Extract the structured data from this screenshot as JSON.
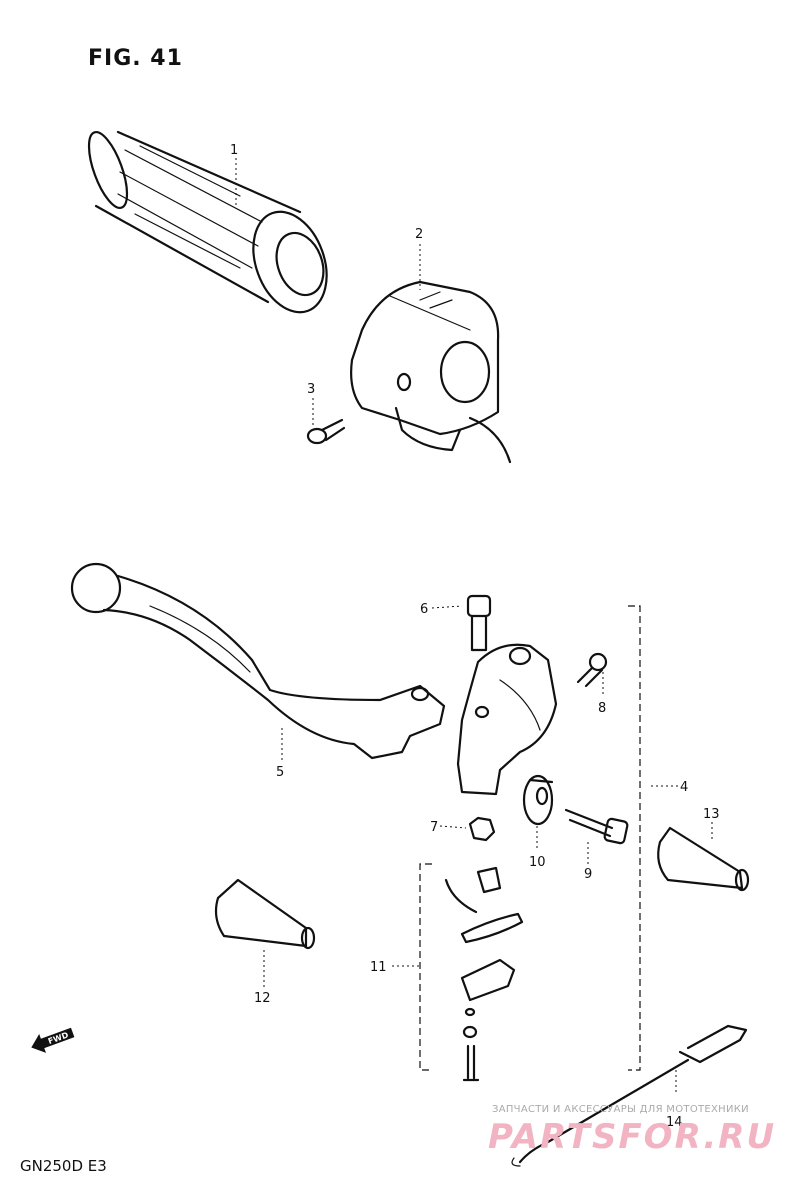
{
  "figure": {
    "title": "FIG. 41",
    "model": "GN250D E3"
  },
  "watermark": {
    "tagline": "ЗАПЧАСТИ И АКСЕССУАРЫ ДЛЯ МОТОТЕХНИКИ",
    "logo": "PARTSFOR.RU"
  },
  "fwd_mark": "FWD",
  "callouts": [
    {
      "id": "1",
      "label": "1"
    },
    {
      "id": "2",
      "label": "2"
    },
    {
      "id": "3",
      "label": "3"
    },
    {
      "id": "4",
      "label": "4"
    },
    {
      "id": "5",
      "label": "5"
    },
    {
      "id": "6",
      "label": "6"
    },
    {
      "id": "7",
      "label": "7"
    },
    {
      "id": "8",
      "label": "8"
    },
    {
      "id": "9",
      "label": "9"
    },
    {
      "id": "10",
      "label": "10"
    },
    {
      "id": "11",
      "label": "11"
    },
    {
      "id": "12",
      "label": "12"
    },
    {
      "id": "13",
      "label": "13"
    },
    {
      "id": "14",
      "label": "14"
    }
  ]
}
